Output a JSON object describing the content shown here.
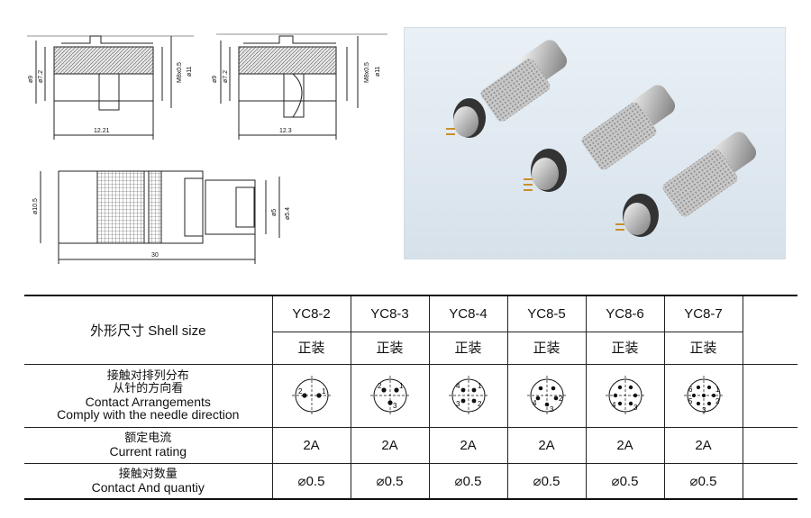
{
  "drawings": {
    "top_left": {
      "dims": [
        "ø9",
        "ø7.2",
        "M8x0.5",
        "ø11"
      ],
      "length": "12.21"
    },
    "top_right": {
      "dims": [
        "ø9",
        "ø7.2",
        "M8x0.5",
        "ø11"
      ],
      "length": "12.3"
    },
    "plug": {
      "dims": [
        "ø10.5",
        "ø5",
        "ø5.4"
      ],
      "length": "30"
    }
  },
  "table": {
    "shell_size_label": "外形尺寸  Shell size",
    "models": [
      "YC8-2",
      "YC8-3",
      "YC8-4",
      "YC8-5",
      "YC8-6",
      "YC8-7"
    ],
    "mount_type": "正装",
    "contact_arrangement": {
      "label_cn_1": "接触对排列分布",
      "label_cn_2": "从针的方向看",
      "label_en_1": "Contact Arrangements",
      "label_en_2": "Comply with the needle direction"
    },
    "current_rating": {
      "label_cn": "额定电流",
      "label_en": "Current rating",
      "value": "2A"
    },
    "contact_quantity": {
      "label_cn": "接触对数量",
      "label_en": "Contact And quantiy",
      "value": "⌀0.5"
    }
  }
}
